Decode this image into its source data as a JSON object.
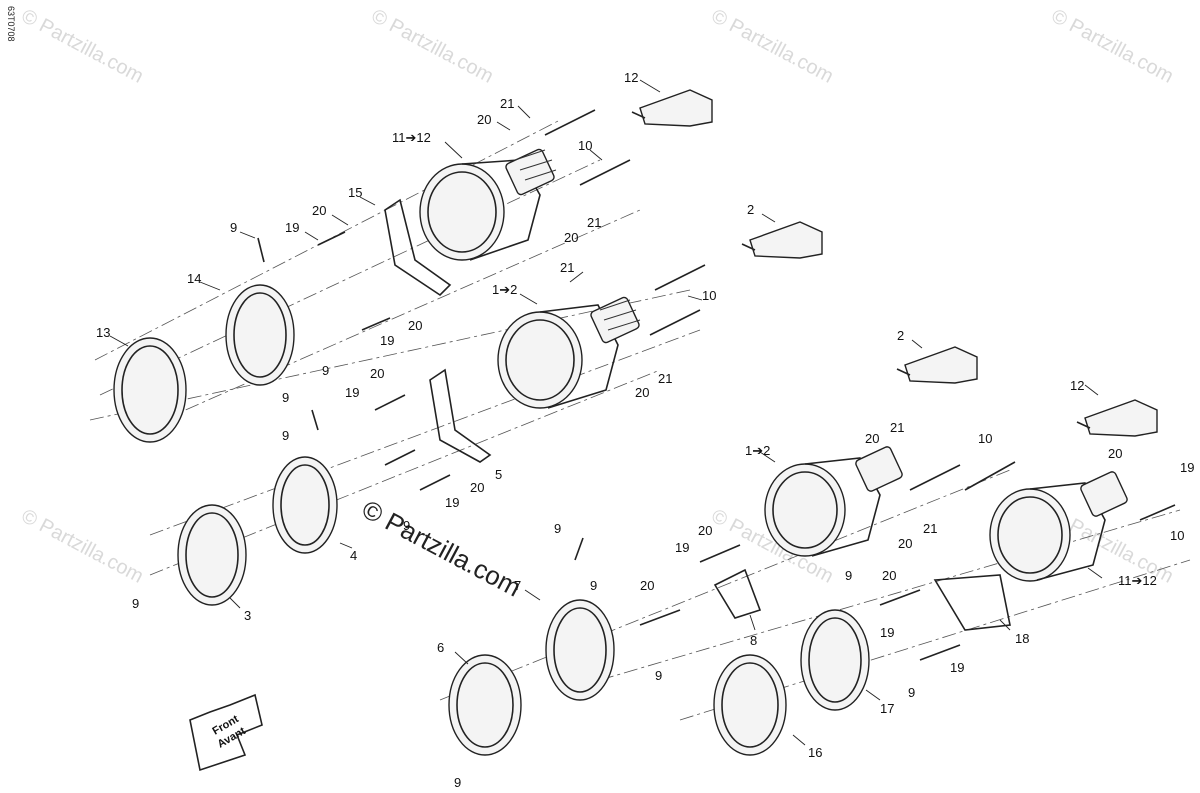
{
  "diagram": {
    "reference_code": "63T0708",
    "watermark_text": "© Partzilla.com",
    "direction_label_line1": "Front",
    "direction_label_line2": "Avant",
    "callouts": [
      {
        "text": "12"
      },
      {
        "text": "21"
      },
      {
        "text": "20"
      },
      {
        "text": "11➔12"
      },
      {
        "text": "10"
      },
      {
        "text": "15"
      },
      {
        "text": "20"
      },
      {
        "text": "19"
      },
      {
        "text": "9"
      },
      {
        "text": "21"
      },
      {
        "text": "20"
      },
      {
        "text": "2"
      },
      {
        "text": "14"
      },
      {
        "text": "13"
      },
      {
        "text": "9"
      },
      {
        "text": "21"
      },
      {
        "text": "1➔2"
      },
      {
        "text": "10"
      },
      {
        "text": "20"
      },
      {
        "text": "19"
      },
      {
        "text": "20"
      },
      {
        "text": "19"
      },
      {
        "text": "21"
      },
      {
        "text": "20"
      },
      {
        "text": "2"
      },
      {
        "text": "9"
      },
      {
        "text": "9"
      },
      {
        "text": "5"
      },
      {
        "text": "20"
      },
      {
        "text": "19"
      },
      {
        "text": "12"
      },
      {
        "text": "21"
      },
      {
        "text": "20"
      },
      {
        "text": "10"
      },
      {
        "text": "1➔2"
      },
      {
        "text": "20"
      },
      {
        "text": "19"
      },
      {
        "text": "9"
      },
      {
        "text": "4"
      },
      {
        "text": "9"
      },
      {
        "text": "3"
      },
      {
        "text": "9"
      },
      {
        "text": "7"
      },
      {
        "text": "9"
      },
      {
        "text": "21"
      },
      {
        "text": "20"
      },
      {
        "text": "20"
      },
      {
        "text": "19"
      },
      {
        "text": "10"
      },
      {
        "text": "20"
      },
      {
        "text": "9"
      },
      {
        "text": "11➔12"
      },
      {
        "text": "20"
      },
      {
        "text": "19"
      },
      {
        "text": "8"
      },
      {
        "text": "18"
      },
      {
        "text": "19"
      },
      {
        "text": "6"
      },
      {
        "text": "9"
      },
      {
        "text": "9"
      },
      {
        "text": "17"
      },
      {
        "text": "16"
      },
      {
        "text": "9"
      }
    ]
  }
}
